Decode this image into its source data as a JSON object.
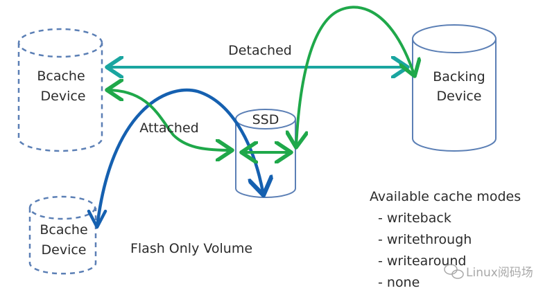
{
  "diagram": {
    "nodes": {
      "bcache_top": {
        "line1": "Bcache",
        "line2": "Device",
        "style": "dashed"
      },
      "bcache_bottom": {
        "line1": "Bcache",
        "line2": "Device",
        "style": "dashed"
      },
      "ssd": {
        "label": "SSD",
        "style": "solid"
      },
      "backing": {
        "line1": "Backing",
        "line2": "Device",
        "style": "solid"
      }
    },
    "edges": {
      "detached": {
        "label": "Detached",
        "color": "#1aa5a0"
      },
      "attached": {
        "label": "Attached",
        "color": "#1fa84a"
      },
      "ssd_to_backing": {
        "color": "#1fa84a"
      },
      "flash_only": {
        "color": "#1560b0"
      }
    },
    "flash_only_label": "Flash Only Volume",
    "cache_modes": {
      "title": "Available cache modes",
      "items": [
        "- writeback",
        "- writethrough",
        "- writearound",
        "- none"
      ]
    },
    "watermark": "Linux阅码场",
    "colors": {
      "outline": "#5b7fb5",
      "dashed_outline": "#5b7fb5"
    }
  }
}
